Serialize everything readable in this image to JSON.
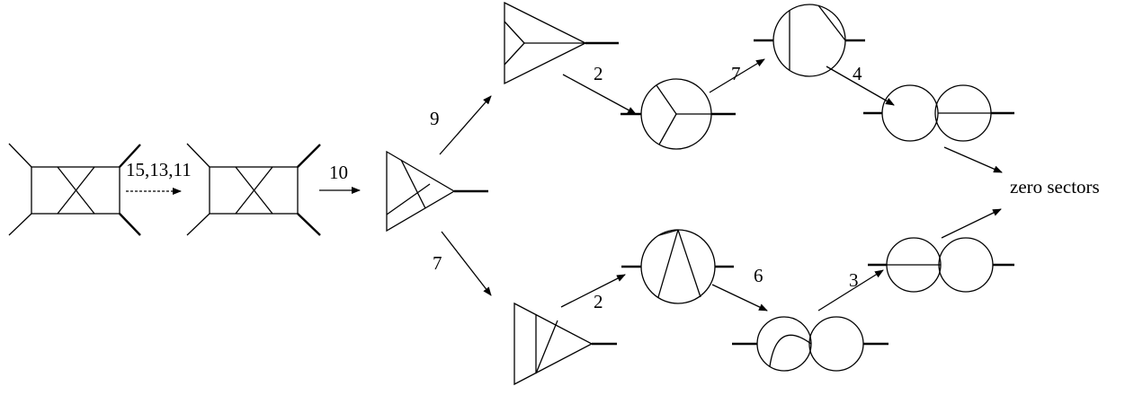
{
  "labels": {
    "step_1": "15,13,11",
    "step_2": "10",
    "step_upper_1": "9",
    "step_upper_2": "2",
    "step_upper_3": "7",
    "step_upper_4": "4",
    "step_lower_1": "7",
    "step_lower_2": "2",
    "step_lower_3": "6",
    "step_lower_4": "3",
    "final": "zero sectors"
  },
  "colors": {
    "stroke": "#000000",
    "background": "#ffffff"
  }
}
